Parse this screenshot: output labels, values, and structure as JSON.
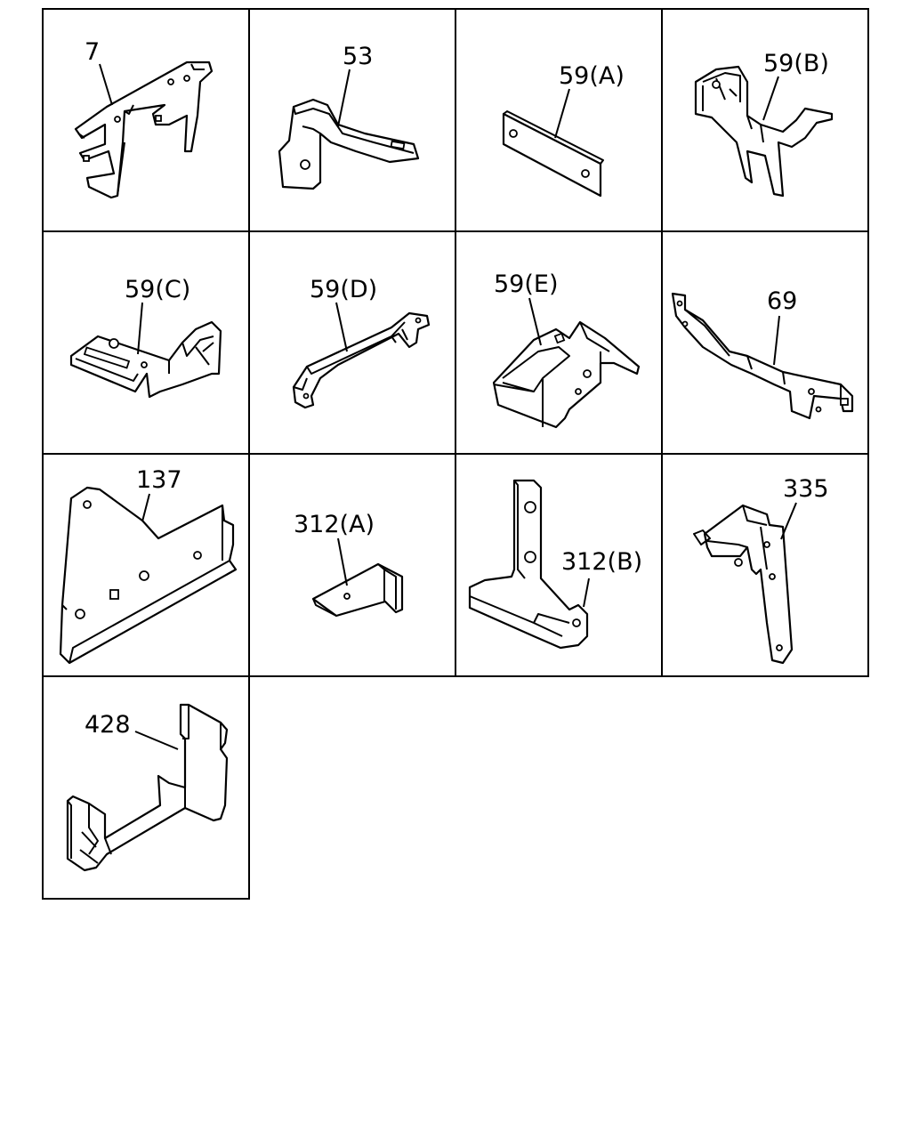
{
  "cells": [
    {
      "id": "c7",
      "label": "7",
      "icon": "bracket-7"
    },
    {
      "id": "c53",
      "label": "53",
      "icon": "bracket-53"
    },
    {
      "id": "c59a",
      "label": "59(A)",
      "icon": "plate-59a"
    },
    {
      "id": "c59b",
      "label": "59(B)",
      "icon": "bracket-59b"
    },
    {
      "id": "c59c",
      "label": "59(C)",
      "icon": "bracket-59c"
    },
    {
      "id": "c59d",
      "label": "59(D)",
      "icon": "bracket-59d"
    },
    {
      "id": "c59e",
      "label": "59(E)",
      "icon": "bracket-59e"
    },
    {
      "id": "c69",
      "label": "69",
      "icon": "bracket-69"
    },
    {
      "id": "c137",
      "label": "137",
      "icon": "bracket-137"
    },
    {
      "id": "c312a",
      "label": "312(A)",
      "icon": "bracket-312a"
    },
    {
      "id": "c312b",
      "label": "312(B)",
      "icon": "bracket-312b"
    },
    {
      "id": "c335",
      "label": "335",
      "icon": "bracket-335"
    },
    {
      "id": "c428",
      "label": "428",
      "icon": "bracket-428"
    }
  ]
}
